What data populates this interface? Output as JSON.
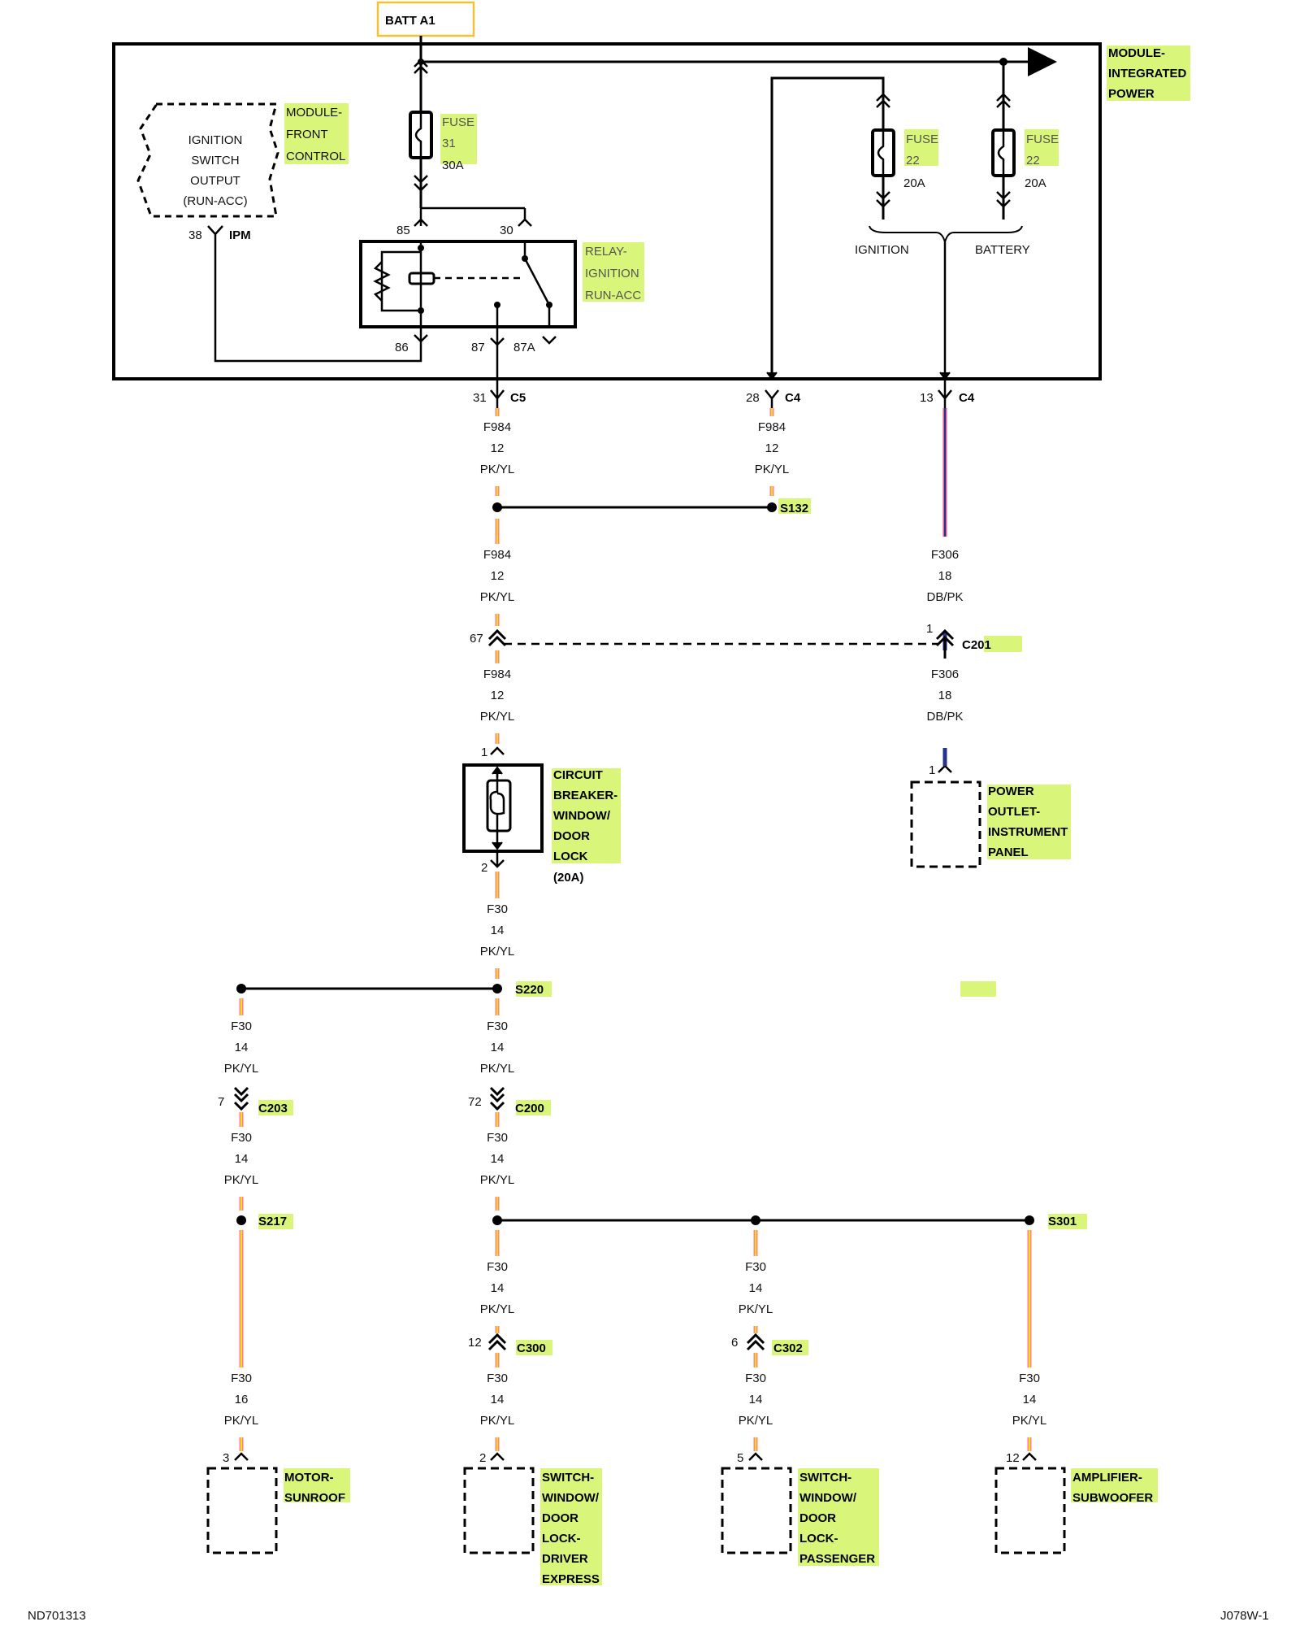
{
  "colors": {
    "highlight": "#d9f57a",
    "wire_pink": "#ff7f9c",
    "wire_yellow": "#f5e000",
    "wire_blue": "#27318f",
    "batt_box": "#f1c232"
  },
  "batt_label": "BATT A1",
  "modules": {
    "integrated_power": [
      "MODULE-",
      "INTEGRATED",
      "POWER"
    ],
    "front_control": [
      "MODULE-",
      "FRONT",
      "CONTROL"
    ],
    "ignition_switch": [
      "IGNITION",
      "SWITCH",
      "OUTPUT",
      "(RUN-ACC)"
    ],
    "relay": [
      "RELAY-",
      "IGNITION",
      "RUN-ACC"
    ],
    "circuit_breaker": [
      "CIRCUIT",
      "BREAKER-",
      "WINDOW/",
      "DOOR",
      "LOCK"
    ],
    "circuit_breaker_rating": "(20A)",
    "power_outlet": [
      "POWER",
      "OUTLET-",
      "INSTRUMENT",
      "PANEL"
    ],
    "motor_sunroof": [
      "MOTOR-",
      "SUNROOF"
    ],
    "switch_driver": [
      "SWITCH-",
      "WINDOW/",
      "DOOR",
      "LOCK-",
      "DRIVER",
      "EXPRESS"
    ],
    "switch_passenger": [
      "SWITCH-",
      "WINDOW/",
      "DOOR",
      "LOCK-",
      "PASSENGER"
    ],
    "amplifier": [
      "AMPLIFIER-",
      "SUBWOOFER"
    ]
  },
  "fuses": [
    {
      "name": [
        "FUSE",
        "31"
      ],
      "rating": "30A"
    },
    {
      "name": [
        "FUSE",
        "22"
      ],
      "rating": "20A"
    },
    {
      "name": [
        "FUSE",
        "22"
      ],
      "rating": "20A"
    }
  ],
  "branch_labels": {
    "ignition": "IGNITION",
    "battery": "BATTERY"
  },
  "pins": {
    "ipm_pin": "38",
    "ipm": "IPM",
    "relay_85": "85",
    "relay_30": "30",
    "relay_86": "86",
    "relay_87": "87",
    "relay_87a": "87A",
    "c5_pin": "31",
    "c5": "C5",
    "c4a_pin": "28",
    "c4a": "C4",
    "c4b_pin": "13",
    "c4b": "C4",
    "c201_left": "67",
    "c201_right": "1",
    "c201": "C201",
    "outlet_pin": "1",
    "cb_pin1": "1",
    "cb_pin2": "2",
    "c203_pin": "7",
    "c203": "C203",
    "c200_pin": "72",
    "c200": "C200",
    "c300_pin": "12",
    "c300": "C300",
    "c302_pin": "6",
    "c302": "C302",
    "sunroof_pin": "3",
    "driver_pin": "2",
    "passenger_pin": "5",
    "amp_pin": "12"
  },
  "splices": {
    "s132": "S132",
    "s220": "S220",
    "s217": "S217",
    "s301": "S301"
  },
  "wires": {
    "w1": [
      "F984",
      "12",
      "PK/YL"
    ],
    "w2": [
      "F984",
      "12",
      "PK/YL"
    ],
    "w3": [
      "F984",
      "12",
      "PK/YL"
    ],
    "w4": [
      "F984",
      "12",
      "PK/YL"
    ],
    "w5": [
      "F306",
      "18",
      "DB/PK"
    ],
    "w6": [
      "F306",
      "18",
      "DB/PK"
    ],
    "w7": [
      "F30",
      "14",
      "PK/YL"
    ],
    "w8": [
      "F30",
      "14",
      "PK/YL"
    ],
    "w9": [
      "F30",
      "14",
      "PK/YL"
    ],
    "w10": [
      "F30",
      "14",
      "PK/YL"
    ],
    "w11": [
      "F30",
      "14",
      "PK/YL"
    ],
    "w12": [
      "F30",
      "14",
      "PK/YL"
    ],
    "w13": [
      "F30",
      "14",
      "PK/YL"
    ],
    "w14": [
      "F30",
      "16",
      "PK/YL"
    ],
    "w15": [
      "F30",
      "14",
      "PK/YL"
    ],
    "w16": [
      "F30",
      "14",
      "PK/YL"
    ],
    "w17": [
      "F30",
      "14",
      "PK/YL"
    ]
  },
  "footer": {
    "left": "ND701313",
    "right": "J078W-1"
  }
}
